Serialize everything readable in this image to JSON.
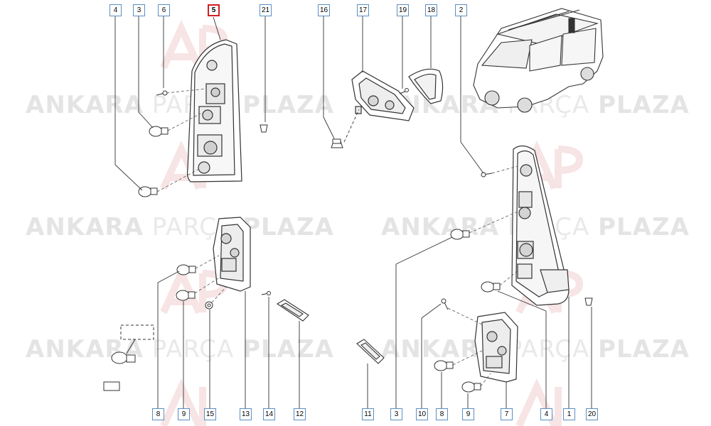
{
  "watermark": {
    "word1": "ANKARA",
    "word2": "PARÇA",
    "word3": "PLAZA"
  },
  "callouts": {
    "c4_top": "4",
    "c3_top": "3",
    "c6_top": "6",
    "c5_top": "5",
    "c21_top": "21",
    "c16_top": "16",
    "c17_top": "17",
    "c19_top": "19",
    "c18_top": "18",
    "c2_top": "2",
    "c8_bot_l": "8",
    "c9_bot_l": "9",
    "c15_bot": "15",
    "c13_bot": "13",
    "c14_bot": "14",
    "c12_bot": "12",
    "c11_bot": "11",
    "c3_bot": "3",
    "c10_bot": "10",
    "c8_bot_r": "8",
    "c9_bot_r": "9",
    "c7_bot": "7",
    "c4_bot": "4",
    "c1_bot": "1",
    "c20_bot": "20"
  },
  "colors": {
    "callout_border": "#5a8fc4",
    "highlight_border": "#d21f1f",
    "line": "#333333"
  }
}
